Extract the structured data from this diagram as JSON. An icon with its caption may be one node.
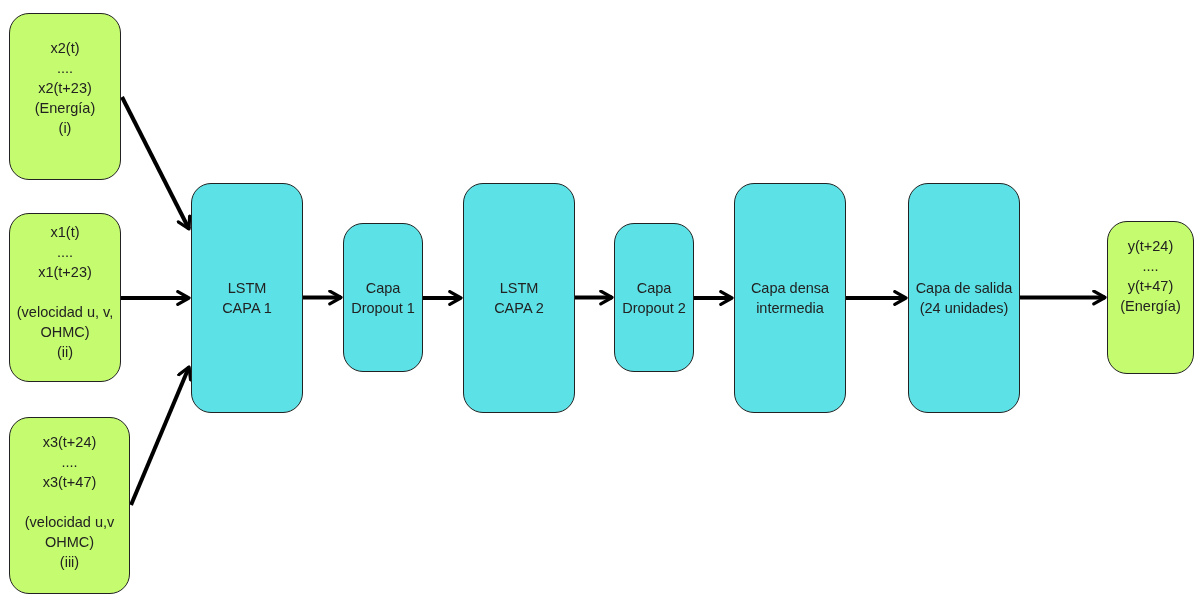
{
  "diagram": {
    "nodes": [
      {
        "text": [
          "x2(t)",
          "....",
          "x2(t+23)",
          "(Energía)",
          "(i)"
        ]
      },
      {
        "text": [
          "x1(t)",
          "....",
          "x1(t+23)",
          "(velocidad u, v, OHMC)",
          "(ii)"
        ]
      },
      {
        "text": [
          "x3(t+24)",
          "....",
          "x3(t+47)",
          "(velocidad u,v OHMC)",
          "(iii)"
        ]
      },
      {
        "text": [
          "LSTM",
          "CAPA 1"
        ]
      },
      {
        "text": [
          "Capa",
          "Dropout 1"
        ]
      },
      {
        "text": [
          "LSTM",
          "CAPA 2"
        ]
      },
      {
        "text": [
          "Capa",
          "Dropout 2"
        ]
      },
      {
        "text": [
          "Capa densa",
          "intermedia"
        ]
      },
      {
        "text": [
          "Capa de salida",
          "(24 unidades)"
        ]
      },
      {
        "text": [
          "y(t+24)",
          "....",
          "y(t+47)",
          "(Energía)"
        ]
      }
    ],
    "edges": [
      {
        "from": 0,
        "to": 3,
        "arrow": "to"
      },
      {
        "from": 1,
        "to": 3,
        "arrow": "to"
      },
      {
        "from": 2,
        "to": 3,
        "arrow": "to"
      },
      {
        "from": 3,
        "to": 4,
        "arrow": "to"
      },
      {
        "from": 4,
        "to": 5,
        "arrow": "to"
      },
      {
        "from": 5,
        "to": 6,
        "arrow": "to"
      },
      {
        "from": 6,
        "to": 7,
        "arrow": "to"
      },
      {
        "from": 7,
        "to": 8,
        "arrow": "to"
      },
      {
        "from": 8,
        "to": 9,
        "arrow": "to"
      }
    ]
  }
}
